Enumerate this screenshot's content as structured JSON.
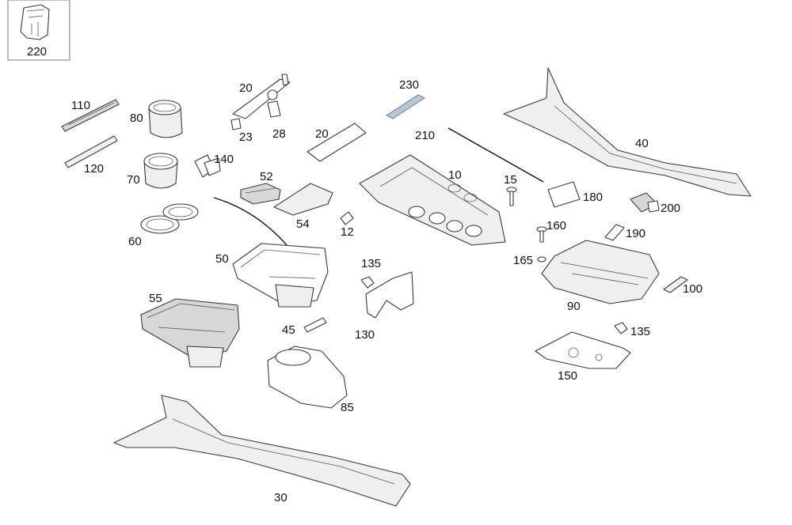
{
  "diagram": {
    "callouts": {
      "c220": "220",
      "c110": "110",
      "c120": "120",
      "c80": "80",
      "c70": "70",
      "c60": "60",
      "c140": "140",
      "c20a": "20",
      "c23": "23",
      "c28": "28",
      "c20b": "20",
      "c52": "52",
      "c54": "54",
      "c12": "12",
      "c230": "230",
      "c210": "210",
      "c10": "10",
      "c15": "15",
      "c40": "40",
      "c180": "180",
      "c200": "200",
      "c160": "160",
      "c190": "190",
      "c165": "165",
      "c90": "90",
      "c100": "100",
      "c50": "50",
      "c135a": "135",
      "c130": "130",
      "c55": "55",
      "c45": "45",
      "c85": "85",
      "c135b": "135",
      "c150": "150",
      "c30": "30"
    }
  }
}
